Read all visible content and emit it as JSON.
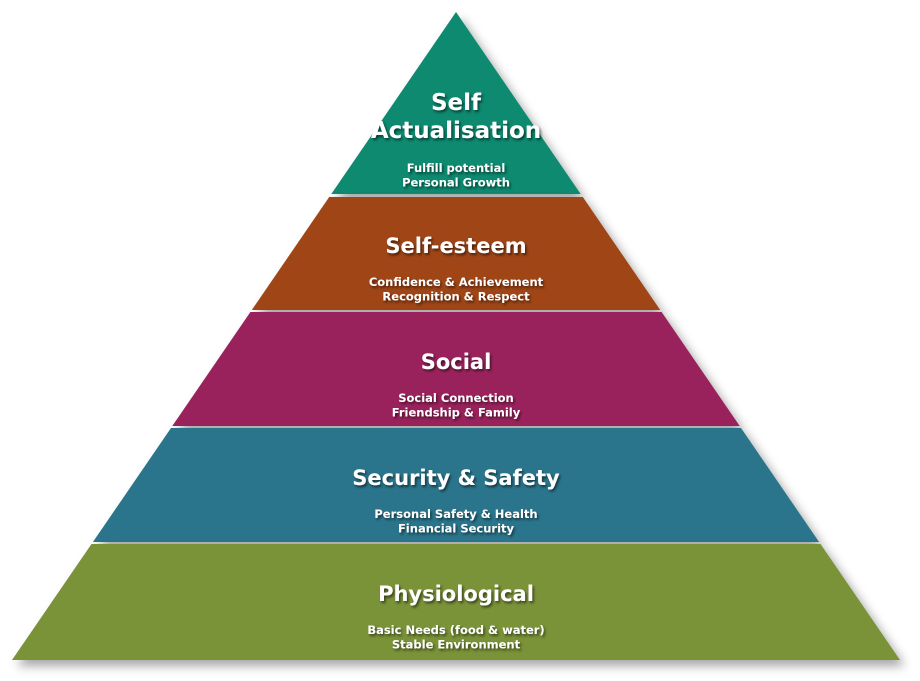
{
  "pyramid": {
    "tiers": [
      {
        "title_lines": [
          "Self",
          "Actualisation"
        ],
        "sub_lines": [
          "Fulfill potential",
          "Personal Growth"
        ],
        "color": "#118A70"
      },
      {
        "title_lines": [
          "Self-esteem"
        ],
        "sub_lines": [
          "Confidence & Achievement",
          "Recognition & Respect"
        ],
        "color": "#A04414"
      },
      {
        "title_lines": [
          "Social"
        ],
        "sub_lines": [
          "Social Connection",
          "Friendship & Family"
        ],
        "color": "#9A225B"
      },
      {
        "title_lines": [
          "Security & Safety"
        ],
        "sub_lines": [
          "Personal Safety & Health",
          "Financial Security"
        ],
        "color": "#2B758C"
      },
      {
        "title_lines": [
          "Physiological"
        ],
        "sub_lines": [
          "Basic Needs (food & water)",
          "Stable Environment"
        ],
        "color": "#7A9239"
      }
    ]
  }
}
